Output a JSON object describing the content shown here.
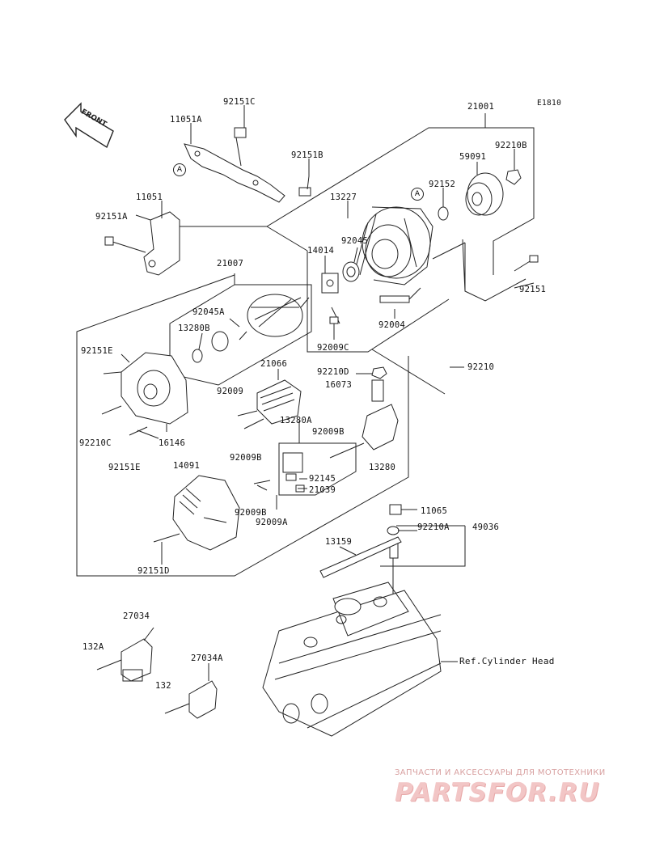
{
  "diagram": {
    "code": "E1810",
    "front_label": "FRONT",
    "ref_label": "Ref.Cylinder Head",
    "callout_marker": "A",
    "parts": {
      "p92151C": "92151C",
      "p11051A": "11051A",
      "p92151B": "92151B",
      "p11051": "11051",
      "p92151A": "92151A",
      "p21001": "21001",
      "p59091": "59091",
      "p92210B": "92210B",
      "p92152": "92152",
      "p13227": "13227",
      "p14014": "14014",
      "p92045": "92045",
      "p92151": "92151",
      "p92004": "92004",
      "p92009C": "92009C",
      "p21007": "21007",
      "p92045A": "92045A",
      "p13280B": "13280B",
      "p92151E_top": "92151E",
      "p21066": "21066",
      "p92210D": "92210D",
      "p16073": "16073",
      "p92210": "92210",
      "p92009": "92009",
      "p13280A": "13280A",
      "p92009B_r": "92009B",
      "p92210C": "92210C",
      "p16146": "16146",
      "p92009B_l": "92009B",
      "p13280": "13280",
      "p92151E_mid": "92151E",
      "p14091": "14091",
      "p92145": "92145",
      "p21039": "21039",
      "p92009B_b": "92009B",
      "p92009A": "92009A",
      "p11065": "11065",
      "p92210A": "92210A",
      "p49036": "49036",
      "p13159": "13159",
      "p92151D": "92151D",
      "p27034": "27034",
      "p132A": "132A",
      "p27034A": "27034A",
      "p132": "132"
    }
  },
  "watermark": {
    "tagline": "ЗАПЧАСТИ И АКСЕССУАРЫ ДЛЯ МОТОТЕХНИКИ",
    "brand": "PARTSFOR.RU"
  },
  "colors": {
    "line": "#222222",
    "watermark": "#e8a8a8"
  }
}
